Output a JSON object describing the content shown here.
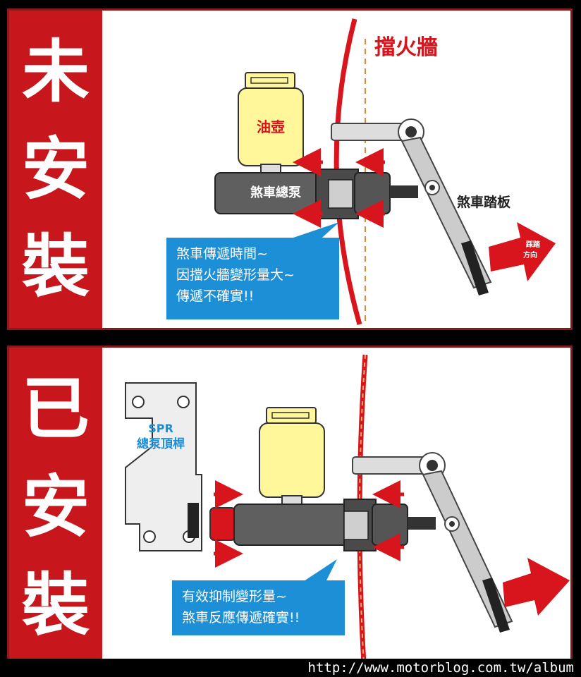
{
  "top_panel": {
    "side_chars": [
      "未",
      "安",
      "裝"
    ],
    "firewall_label": "擋火牆",
    "reservoir_label": "油壺",
    "master_cylinder_label": "煞車總泵",
    "pedal_label": "煞車踏板",
    "press_direction_label": [
      "踩踏",
      "方向"
    ],
    "callout_lines": [
      "煞車傳遞時間~",
      "因擋火牆變形量大~",
      "傳遞不確實!!"
    ]
  },
  "bottom_panel": {
    "side_chars": [
      "已",
      "安",
      "裝"
    ],
    "bracket_label_1": "SPR",
    "bracket_label_2": "總泵頂桿",
    "callout_lines": [
      "有效抑制變形量~",
      "煞車反應傳遞確實!!"
    ]
  },
  "footer": {
    "url": "http://www.motorblog.com.tw/album"
  },
  "colors": {
    "red": "#c8161d",
    "blue": "#1d8fd6",
    "yellow": "#fff79a",
    "cylinder": "#5f5f5f"
  }
}
